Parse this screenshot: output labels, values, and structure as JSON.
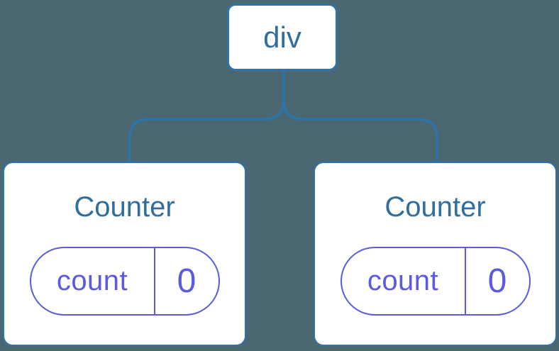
{
  "colors": {
    "background": "#4B6772",
    "stroke_blue": "#2E73A9",
    "heading_blue": "#326E9B",
    "state_purple": "#5B5BE0",
    "node_fill": "#FFFFFF"
  },
  "diagram": {
    "type": "component-tree",
    "root": {
      "label": "div"
    },
    "children": [
      {
        "title": "Counter",
        "state_key": "count",
        "state_value": "0"
      },
      {
        "title": "Counter",
        "state_key": "count",
        "state_value": "0"
      }
    ]
  }
}
